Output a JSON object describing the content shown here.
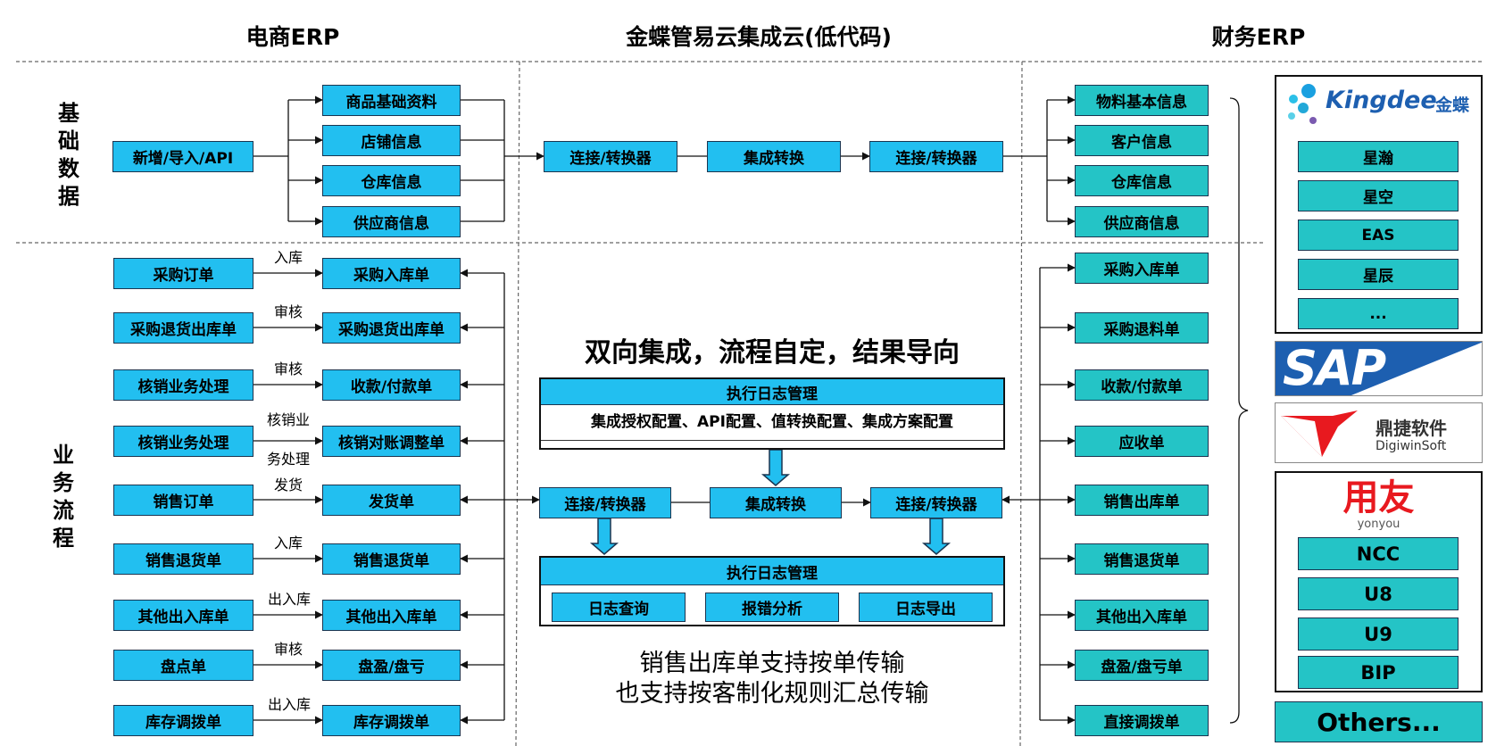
{
  "headers": {
    "left": "电商ERP",
    "center": "金蝶管易云集成云(低代码)",
    "right": "财务ERP"
  },
  "row_labels": {
    "basic": "基础数据",
    "business": "业务流程"
  },
  "basic": {
    "source": "新增/导入/API",
    "left_items": [
      "商品基础资料",
      "店铺信息",
      "仓库信息",
      "供应商信息"
    ],
    "chain": [
      "连接/转换器",
      "集成转换",
      "连接/转换器"
    ],
    "right_items": [
      "物料基本信息",
      "客户信息",
      "仓库信息",
      "供应商信息"
    ]
  },
  "flows": [
    {
      "source": "采购订单",
      "action": "入库",
      "target": "采购入库单",
      "finance": "采购入库单"
    },
    {
      "source": "采购退货出库单",
      "action": "审核",
      "target": "采购退货出库单",
      "finance": "采购退料单"
    },
    {
      "source": "核销业务处理",
      "action": "审核",
      "target": "收款/付款单",
      "finance": "收款/付款单"
    },
    {
      "source": "核销业务处理",
      "action": "核销业务处理",
      "target": "核销对账调整单",
      "finance": "应收单"
    },
    {
      "source": "销售订单",
      "action": "发货",
      "target": "发货单",
      "finance": "销售出库单"
    },
    {
      "source": "销售退货单",
      "action": "入库",
      "target": "销售退货单",
      "finance": "销售退货单"
    },
    {
      "source": "其他出入库单",
      "action": "出入库",
      "target": "其他出入库单",
      "finance": "其他出入库单"
    },
    {
      "source": "盘点单",
      "action": "审核",
      "target": "盘盈/盘亏",
      "finance": "盘盈/盘亏单"
    },
    {
      "source": "库存调拨单",
      "action": "出入库",
      "target": "库存调拨单",
      "finance": "直接调拨单"
    }
  ],
  "action_line1": "核销业",
  "action_line2": "务处理",
  "center": {
    "slogan": "双向集成，流程自定，结果导向",
    "log_title": "执行日志管理",
    "config_text": "集成授权配置、API配置、值转换配置、集成方案配置",
    "chain": [
      "连接/转换器",
      "集成转换",
      "连接/转换器"
    ],
    "log2_title": "执行日志管理",
    "log2_items": [
      "日志查询",
      "报错分析",
      "日志导出"
    ],
    "note_line1": "销售出库单支持按单传输",
    "note_line2": "也支持按客制化规则汇总传输"
  },
  "vendors": {
    "kingdee": {
      "logo_text": "Kingdee",
      "logo_cn": "金蝶",
      "products": [
        "星瀚",
        "星空",
        "EAS",
        "星辰",
        "..."
      ]
    },
    "sap": {
      "logo_text": "SAP"
    },
    "digiwin": {
      "logo_cn": "鼎捷软件",
      "logo_en": "DigiwinSoft"
    },
    "yonyou": {
      "logo_cn": "用友",
      "logo_en": "yonyou",
      "products": [
        "NCC",
        "U8",
        "U9",
        "BIP"
      ]
    },
    "others": "Others..."
  },
  "colors": {
    "erp_box": "#22bff0",
    "finance_box": "#24c4c6",
    "border": "#1b3550",
    "sap_blue": "#1d5fb0",
    "red": "#e8191f"
  }
}
